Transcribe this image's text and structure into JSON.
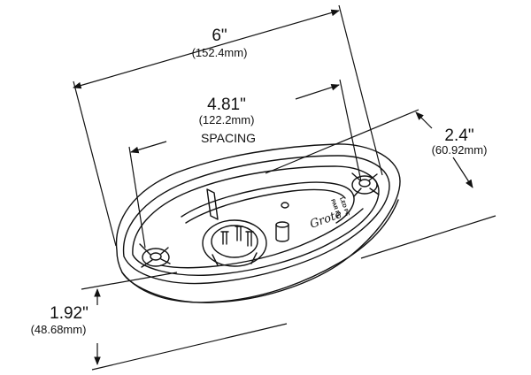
{
  "dimensions": {
    "length": {
      "value": "6\"",
      "metric": "(152.4mm)"
    },
    "spacing": {
      "value": "4.81\"",
      "metric": "(122.2mm)",
      "label": "SPACING"
    },
    "width": {
      "value": "2.4\"",
      "metric": "(60.92mm)"
    },
    "height": {
      "value": "1.92\"",
      "metric": "(48.68mm)"
    }
  },
  "part_markings": {
    "brand_logo": "Grote",
    "mold_text_1": "LED PC",
    "mold_text_2": "PAR PC"
  },
  "colors": {
    "line": "#111111",
    "background": "#ffffff"
  }
}
